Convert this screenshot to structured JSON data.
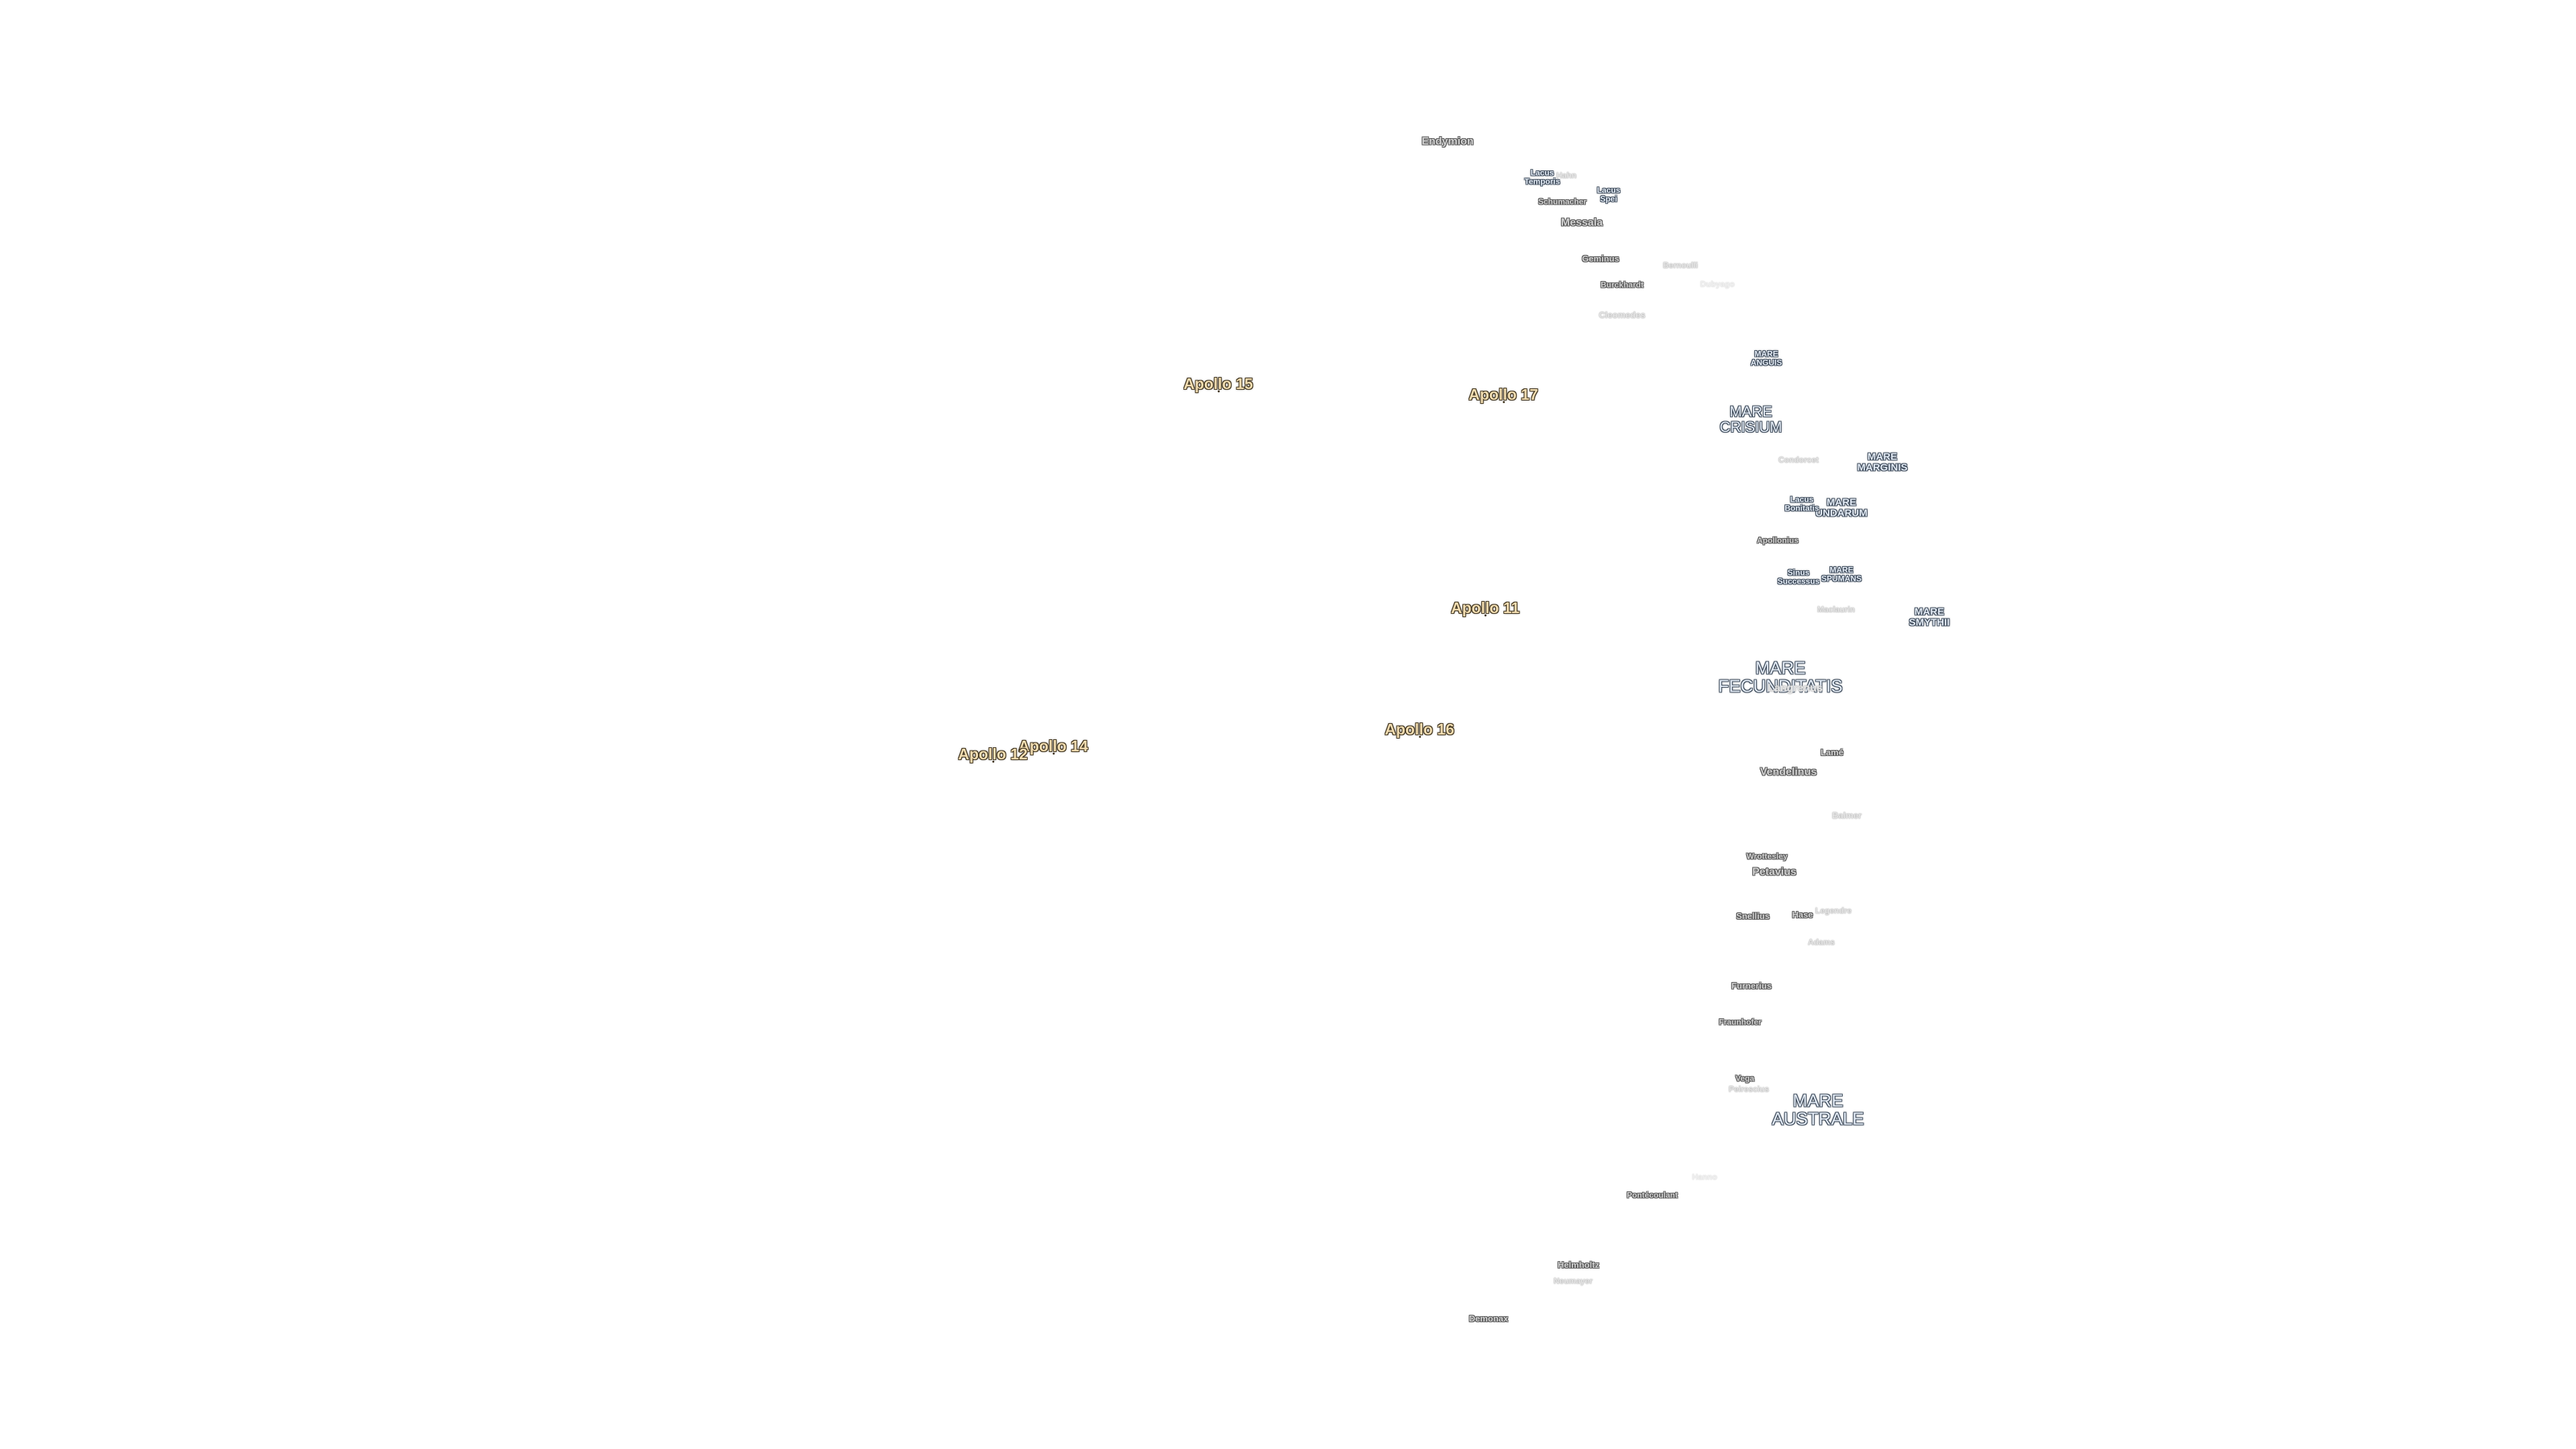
{
  "map": {
    "apollo_sites": [
      {
        "id": "apollo-15",
        "label": "Apollo 15"
      },
      {
        "id": "apollo-17",
        "label": "Apollo 17"
      },
      {
        "id": "apollo-11",
        "label": "Apollo 11"
      },
      {
        "id": "apollo-16",
        "label": "Apollo 16"
      },
      {
        "id": "apollo-14",
        "label": "Apollo 14"
      },
      {
        "id": "apollo-12",
        "label": "Apollo 12"
      }
    ],
    "maria": [
      {
        "id": "mare-crisium",
        "label": "MARE\nCRISIUM"
      },
      {
        "id": "mare-anguis",
        "label": "MARE\nANGUIS"
      },
      {
        "id": "mare-marginis",
        "label": "MARE\nMARGINIS"
      },
      {
        "id": "mare-undarum",
        "label": "MARE\nUNDARUM"
      },
      {
        "id": "mare-spumans",
        "label": "MARE\nSPUMANS"
      },
      {
        "id": "mare-smythii",
        "label": "MARE\nSMYTHII"
      },
      {
        "id": "mare-fecunditatis",
        "label": "MARE\nFECUNDITATIS"
      },
      {
        "id": "mare-australe",
        "label": "MARE\nAUSTRALE"
      },
      {
        "id": "lacus-temporis",
        "label": "Lacus\nTemporis"
      },
      {
        "id": "lacus-spei",
        "label": "Lacus\nSpei"
      },
      {
        "id": "lacus-bonitatis",
        "label": "Lacus\nBonitatis"
      },
      {
        "id": "sinus-successus",
        "label": "Sinus\nSuccessus"
      }
    ],
    "craters": [
      {
        "id": "endymion",
        "label": "Endymion"
      },
      {
        "id": "hahn",
        "label": "Hahn"
      },
      {
        "id": "schumacher",
        "label": "Schumacher"
      },
      {
        "id": "messala",
        "label": "Messala"
      },
      {
        "id": "geminus",
        "label": "Geminus"
      },
      {
        "id": "bernoulli",
        "label": "Bernoulli"
      },
      {
        "id": "burckhardt",
        "label": "Burckhardt"
      },
      {
        "id": "cleomedes",
        "label": "Cleomedes"
      },
      {
        "id": "condorcet",
        "label": "Condorcet"
      },
      {
        "id": "apollonius",
        "label": "Apollonius"
      },
      {
        "id": "maclaurin",
        "label": "Maclaurin"
      },
      {
        "id": "langrenus",
        "label": "Langrenus"
      },
      {
        "id": "lame",
        "label": "Lamé"
      },
      {
        "id": "vendelinus",
        "label": "Vendelinus"
      },
      {
        "id": "balmer",
        "label": "Balmer"
      },
      {
        "id": "wrottesley",
        "label": "Wrottesley"
      },
      {
        "id": "petavius",
        "label": "Petavius"
      },
      {
        "id": "snellius",
        "label": "Snellius"
      },
      {
        "id": "hase",
        "label": "Hase"
      },
      {
        "id": "legendre",
        "label": "Legendre"
      },
      {
        "id": "adams",
        "label": "Adams"
      },
      {
        "id": "furnerius",
        "label": "Furnerius"
      },
      {
        "id": "fraunhofer",
        "label": "Fraunhofer"
      },
      {
        "id": "vega",
        "label": "Vega"
      },
      {
        "id": "peirescius",
        "label": "Peirescius"
      },
      {
        "id": "hanno",
        "label": "Hanno"
      },
      {
        "id": "pontecoulant",
        "label": "Pontécoulant"
      },
      {
        "id": "helmholtz",
        "label": "Helmholtz"
      },
      {
        "id": "neumayer",
        "label": "Neumayer"
      },
      {
        "id": "demonax",
        "label": "Demonax"
      },
      {
        "id": "dubyago",
        "label": "Dubyago"
      }
    ]
  }
}
